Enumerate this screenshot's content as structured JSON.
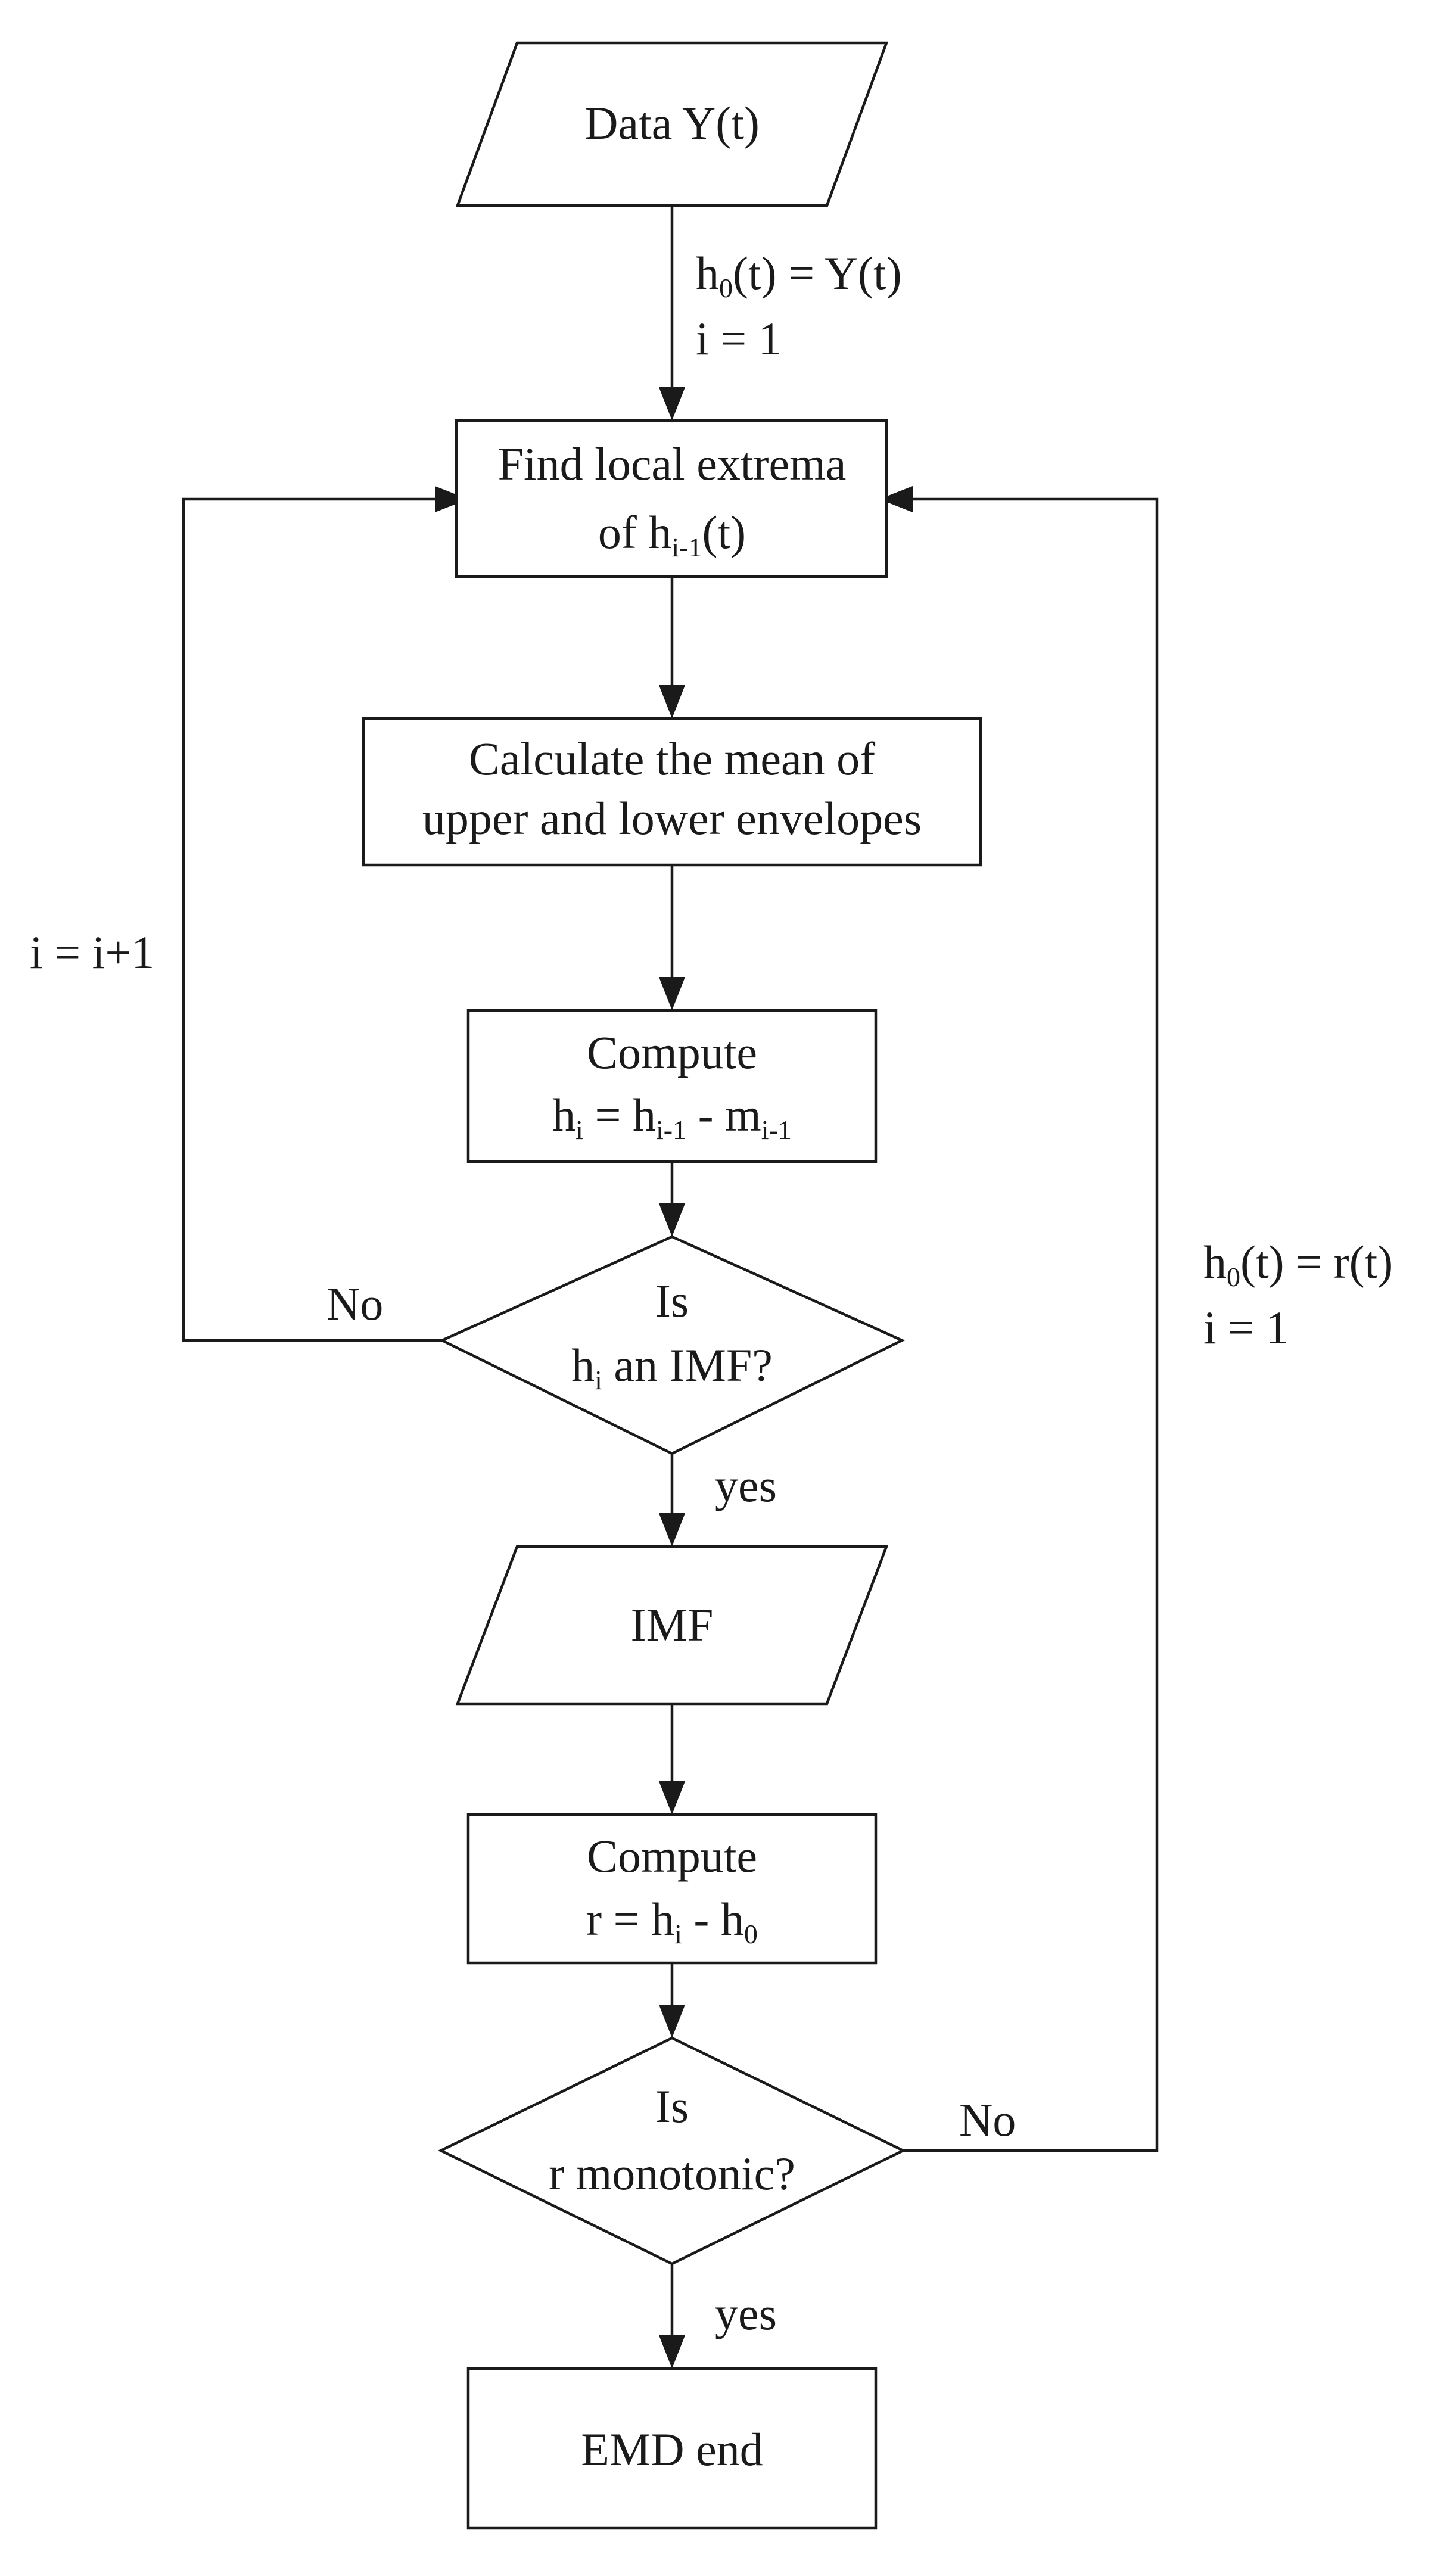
{
  "nodes": {
    "data": {
      "text": "Data Y(t)"
    },
    "extrema": {
      "line1": "Find local extrema",
      "line2": {
        "a": "of h",
        "sub": "i-1",
        "b": "(t)"
      }
    },
    "mean": {
      "line1": "Calculate the mean of",
      "line2": "upper and lower envelopes"
    },
    "compute_h": {
      "line1": "Compute",
      "line2": {
        "a": "h",
        "sub1": "i",
        "b": " = h",
        "sub2": "i-1",
        "c": " - m",
        "sub3": "i-1"
      }
    },
    "is_imf": {
      "line1": "Is",
      "line2": {
        "a": "h",
        "sub": "i",
        "b": " an IMF?"
      }
    },
    "imf": {
      "text": "IMF"
    },
    "compute_r": {
      "line1": "Compute",
      "line2": {
        "a": "r = h",
        "sub1": "i",
        "b": " - h",
        "sub2": "0"
      }
    },
    "is_mono": {
      "line1": "Is",
      "line2": "r monotonic?"
    },
    "end": {
      "text": "EMD end"
    }
  },
  "edge_labels": {
    "init": {
      "line1": {
        "a": "h",
        "sub": "0",
        "b": "(t) = Y(t)"
      },
      "line2": "i = 1"
    },
    "increment": "i = i+1",
    "no_imf": "No",
    "yes_imf": "yes",
    "no_mono": "No",
    "yes_mono": "yes",
    "residual": {
      "line1": {
        "a": "h",
        "sub": "0",
        "b": "(t) = r(t)"
      },
      "line2": "i = 1"
    }
  }
}
